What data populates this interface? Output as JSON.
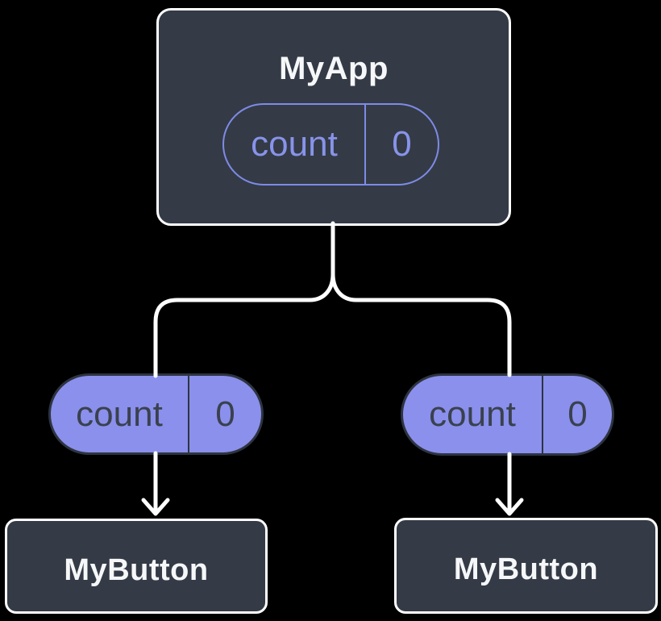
{
  "theme": {
    "canvas-bg": "#000000",
    "node-fill": "#343B46",
    "node-border": "#FFFFFF",
    "node-text": "#F6F7F9",
    "outline-pill-stroke": "#7E8BE8",
    "outline-pill-text": "#8893EA",
    "filled-pill-fill": "#8A90EC",
    "filled-pill-border": "#2E3440",
    "filled-pill-text": "#3A414E",
    "connector": "#FFFFFF"
  },
  "diagram": {
    "root_node": {
      "title": "MyApp",
      "state": {
        "name": "count",
        "value": "0"
      }
    },
    "children": [
      {
        "title": "MyButton",
        "prop": {
          "name": "count",
          "value": "0"
        }
      },
      {
        "title": "MyButton",
        "prop": {
          "name": "count",
          "value": "0"
        }
      }
    ]
  }
}
